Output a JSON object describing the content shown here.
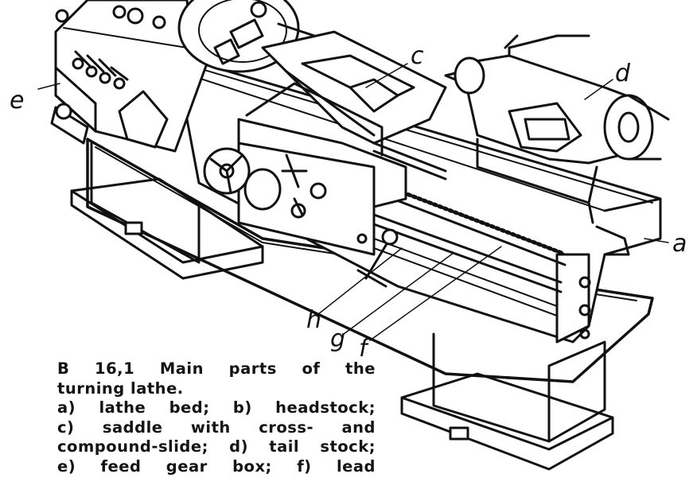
{
  "diagram": {
    "subject": "turning lathe line drawing",
    "labels": {
      "a": "a",
      "c": "c",
      "d": "d",
      "e": "e",
      "f": "f",
      "g": "g",
      "h": "h"
    }
  },
  "caption": {
    "line1": "B 16,1 Main parts of the",
    "line2": "turning lathe.",
    "line3": "a) lathe bed; b) headstock;",
    "line4": "c) saddle with cross- and",
    "line5": "compound-slide; d) tail stock;",
    "line6": "e) feed gear box; f) lead"
  }
}
